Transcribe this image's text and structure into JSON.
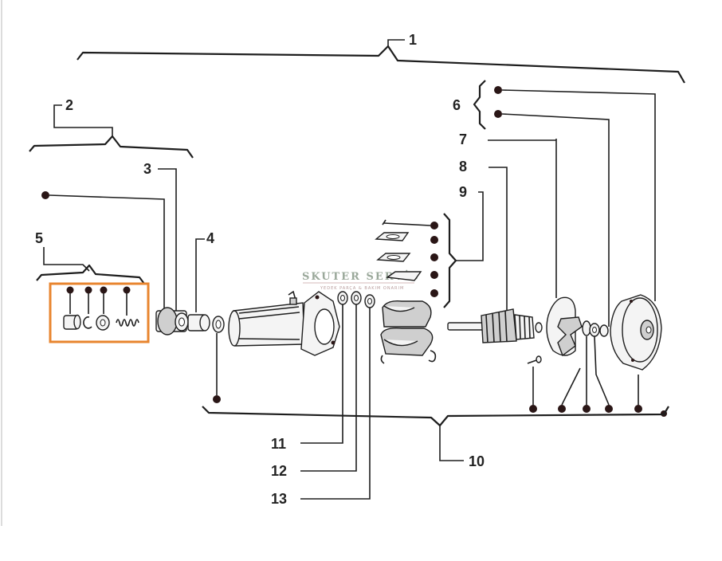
{
  "diagram": {
    "labels": {
      "l1": "1",
      "l2": "2",
      "l3": "3",
      "l4": "4",
      "l5": "5",
      "l6": "6",
      "l7": "7",
      "l8": "8",
      "l9": "9",
      "l10": "10",
      "l11": "11",
      "l12": "12",
      "l13": "13"
    },
    "watermark": {
      "title": "SKUTER SERVİS",
      "subtitle": "YEDEK PARÇA & BAKIM ONARIM"
    },
    "colors": {
      "line": "#1e1e1e",
      "dot": "#2a1616",
      "highlight": "#e8852f"
    }
  }
}
